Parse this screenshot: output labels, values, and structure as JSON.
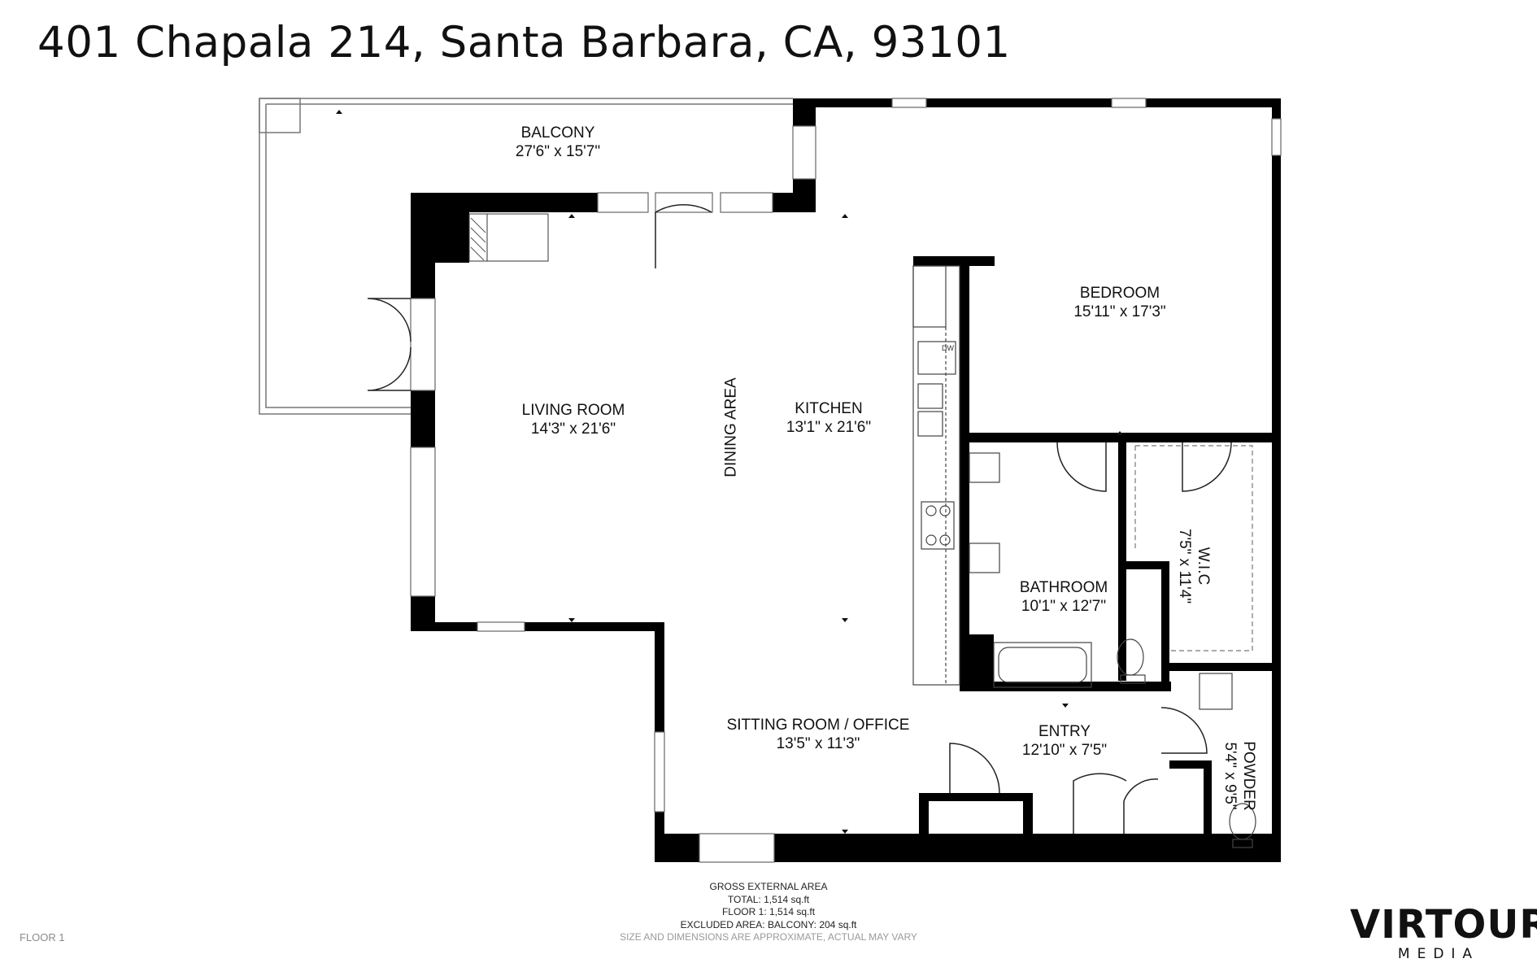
{
  "title": "401 Chapala 214, Santa Barbara, CA, 93101",
  "rooms": {
    "balcony": {
      "name": "BALCONY",
      "dims": "27'6\" x 15'7\""
    },
    "living_room": {
      "name": "LIVING ROOM",
      "dims": "14'3\" x 21'6\""
    },
    "dining_area": {
      "name": "DINING AREA"
    },
    "kitchen": {
      "name": "KITCHEN",
      "dims": "13'1\" x 21'6\""
    },
    "bedroom": {
      "name": "BEDROOM",
      "dims": "15'11\" x 17'3\""
    },
    "bathroom": {
      "name": "BATHROOM",
      "dims": "10'1\" x 12'7\""
    },
    "wic": {
      "name": "W.I.C",
      "dims": "7'5\" x 11'4\""
    },
    "sitting_room": {
      "name": "SITTING ROOM / OFFICE",
      "dims": "13'5\" x 11'3\""
    },
    "entry": {
      "name": "ENTRY",
      "dims": "12'10\" x 7'5\""
    },
    "powder": {
      "name": "POWDER",
      "dims": "5'4\" x 9'5\""
    }
  },
  "appliance_label": "DW",
  "area_summary": {
    "heading": "GROSS EXTERNAL AREA",
    "total": "TOTAL: 1,514 sq.ft",
    "floor1": "FLOOR 1: 1,514 sq.ft",
    "excluded": "EXCLUDED AREA: BALCONY: 204 sq.ft",
    "disclaimer": "SIZE AND DIMENSIONS ARE APPROXIMATE, ACTUAL MAY VARY"
  },
  "floor_label": "FLOOR 1",
  "logo": {
    "main": "VIRTOUR",
    "sub": "MEDIA"
  },
  "colors": {
    "wall": "#000000",
    "background": "#ffffff",
    "thin_line": "#888888"
  }
}
